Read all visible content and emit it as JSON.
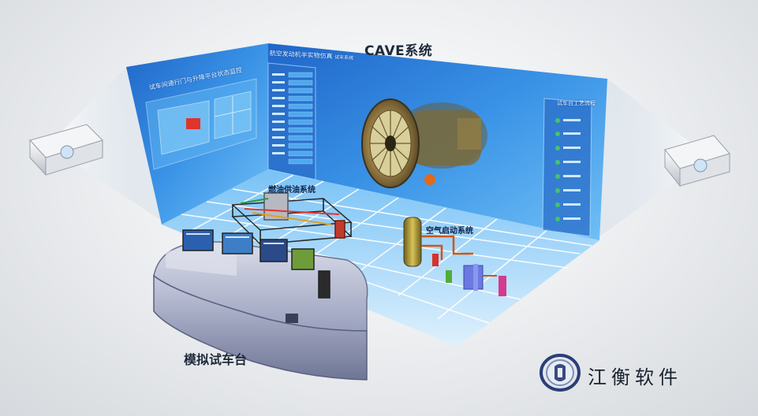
{
  "labels": {
    "cave": "CAVE系统",
    "sim_bench": "模拟试车台"
  },
  "wall": {
    "door_monitor_title": "试车间通行门与升降平台状态监控",
    "engine_sim_title": "航空发动机半实物仿真",
    "engine_sim_suffix": "试车系统",
    "process_title": "试车台工艺流程"
  },
  "floor": {
    "fuel_system": "燃油供油系统",
    "air_start_system": "空气启动系统"
  },
  "brand": {
    "name": "江衡软件"
  },
  "colors": {
    "wall_blue": "#2b7fd8",
    "floor_blue": "#4aa3f0",
    "console_gray": "#a6adc4",
    "accent_red": "#e0342c"
  }
}
